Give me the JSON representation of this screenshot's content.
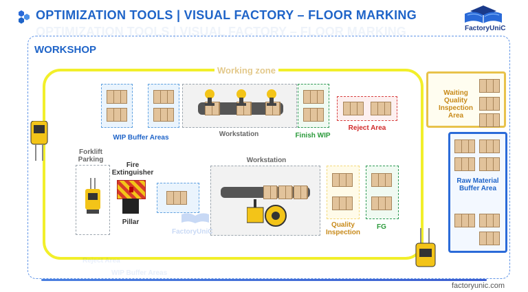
{
  "header": {
    "title": "OPTIMIZATION TOOLS | VISUAL FACTORY – FLOOR MARKING",
    "brand": "FactoryUniC"
  },
  "workshop": {
    "label": "WORKSHOP",
    "zone_label": "Working zone"
  },
  "areas": {
    "wip_buffer": "WIP Buffer Areas",
    "workstation_top": "Workstation",
    "finish_wip": "Finish WIP",
    "reject_area": "Reject Area",
    "waiting_quality": "Waiting Quality Inspection Area",
    "forklift_parking": "Forklift Parking",
    "fire_extinguisher": "Fire Extinguisher",
    "pillar": "Pillar",
    "workstation_bottom": "Workstation",
    "quality_inspection": "Quality Inspection",
    "fg": "FG",
    "raw_material": "Raw Material Buffer Area"
  },
  "watermark": {
    "brand": "FactoryUniC",
    "ghost_1": "Reject Area",
    "ghost_2": "WIP Buffer Areas"
  },
  "footer": {
    "url": "factoryunic.com"
  },
  "colors": {
    "brand_blue": "#1f64c8",
    "zone_yellow": "#f2ef2a",
    "wip_blue": "#5ea0e0",
    "finish_green": "#2e9a55",
    "reject_red": "#d84040",
    "quality_yellow": "#f3d97a",
    "waiting_orange": "#e8c24a",
    "raw_blue": "#2a6ad8"
  }
}
